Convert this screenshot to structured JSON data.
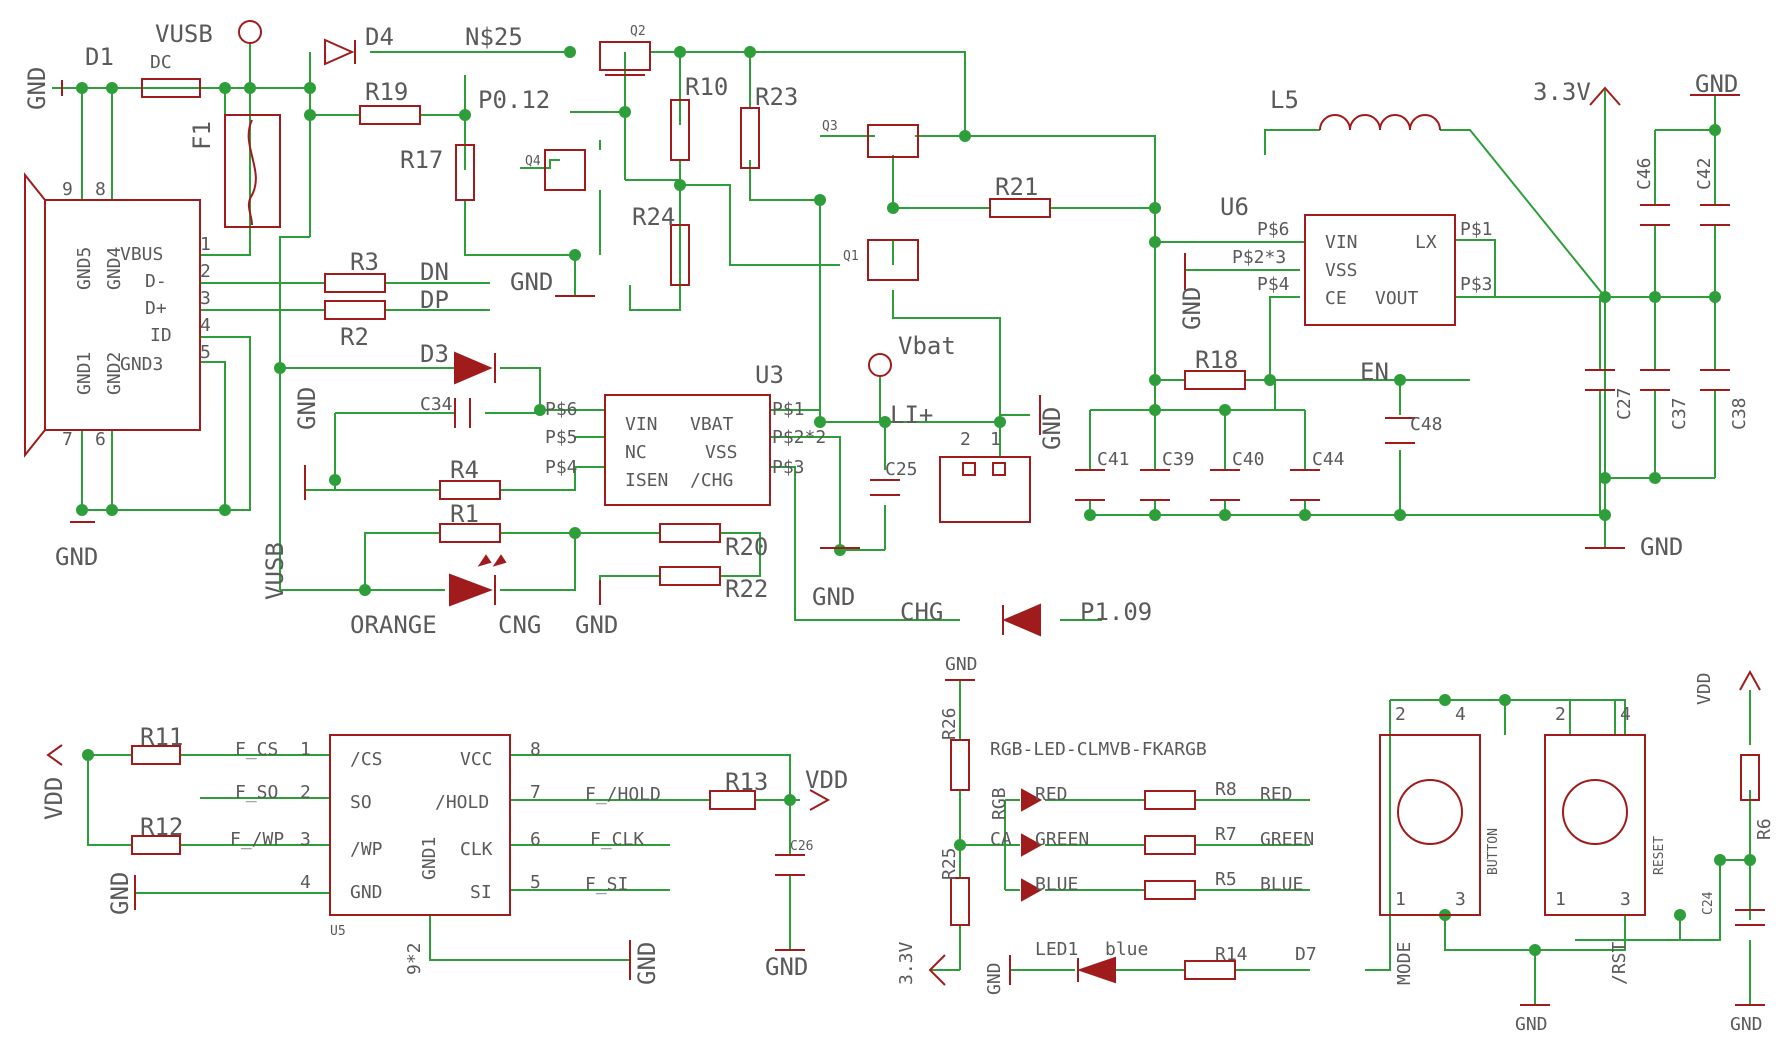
{
  "labels": {
    "D1": "D1",
    "DC": "DC",
    "VUSB_top": "VUSB",
    "D4": "D4",
    "N25": "N$25",
    "Q2": "Q2",
    "R19": "R19",
    "P012": "P0.12",
    "R17": "R17",
    "Q4": "Q4",
    "R10": "R10",
    "R23": "R23",
    "Q3": "Q3",
    "R24": "R24",
    "Q1": "Q1",
    "R21": "R21",
    "L5": "L5",
    "U6": "U6",
    "V33_top": "3.3V",
    "GND_tr": "GND",
    "F1": "F1",
    "GND_left": "GND",
    "R3": "R3",
    "DN": "DN",
    "R2": "R2",
    "DP": "DP",
    "GND_mid": "GND",
    "D3": "D3",
    "GND_left2": "GND",
    "C34": "C34",
    "U3": "U3",
    "Vbat": "Vbat",
    "LI": "LI+",
    "GND_bat": "GND",
    "R4": "R4",
    "R1": "R1",
    "R20": "R20",
    "R22": "R22",
    "C25": "C25",
    "GND_c25": "GND",
    "GND_r22": "GND",
    "ORANGE": "ORANGE",
    "CNG": "CNG",
    "VUSB_vert": "VUSB",
    "GND_usb": "GND",
    "CHG": "CHG",
    "P109": "P1.09",
    "R18": "R18",
    "EN": "EN",
    "C48": "C48",
    "C41": "C41",
    "C39": "C39",
    "C40": "C40",
    "C44": "C44",
    "C46": "C46",
    "C42": "C42",
    "C27": "C27",
    "C37": "C37",
    "C38": "C38",
    "GND_pwr": "GND",
    "GND_u6": "GND",
    "R11": "R11",
    "R12": "R12",
    "VDD_left": "VDD",
    "GND_flash": "GND",
    "U5": "U5",
    "GND1": "GND1",
    "F_CS": "F_CS",
    "F_SO": "F_SO",
    "F_WP": "F_/WP",
    "F_HOLD": "F_/HOLD",
    "F_CLK": "F_CLK",
    "F_SI": "F_SI",
    "R13": "R13",
    "VDD_mid": "VDD",
    "C26": "C26",
    "GND_c26": "GND",
    "pin92": "9*2",
    "GND_u5": "GND",
    "GND_rgb": "GND",
    "R26": "R26",
    "R25": "R25",
    "RGBLED": "RGB-LED-CLMVB-FKARGB",
    "RGB": "RGB",
    "CA": "CA",
    "RED": "RED",
    "GREEN": "GREEN",
    "BLUE": "BLUE",
    "R8": "R8",
    "R7": "R7",
    "R5": "R5",
    "RED_net": "RED",
    "GREEN_net": "GREEN",
    "BLUE_net": "BLUE",
    "V33_bot": "3.3V",
    "GND_led1": "GND",
    "LED1": "LED1",
    "blue": "blue",
    "R14": "R14",
    "D7": "D7",
    "VDD_right": "VDD",
    "R6": "R6",
    "C24": "C24",
    "BUTTON": "BUTTON",
    "RESET": "RESET",
    "MODE": "MODE",
    "RST": "/RST",
    "GND_btn1": "GND",
    "GND_btn2": "GND"
  },
  "usb_connector": {
    "pins": [
      "9",
      "8",
      "1",
      "2",
      "3",
      "4",
      "5",
      "7",
      "6"
    ],
    "names": [
      "GND5",
      "GND4",
      "VBUS",
      "D-",
      "D+",
      "ID",
      "GND3",
      "GND1",
      "GND2"
    ]
  },
  "u3": {
    "pins": [
      "P$6",
      "P$5",
      "P$4",
      "P$1",
      "P$2*2",
      "P$3"
    ],
    "names": [
      "VIN",
      "VBAT",
      "NC",
      "VSS",
      "ISEN",
      "/CHG"
    ]
  },
  "u6": {
    "pins": [
      "P$6",
      "P$2*3",
      "P$4",
      "P$1",
      "P$3"
    ],
    "names": [
      "VIN",
      "LX",
      "VSS",
      "CE",
      "VOUT"
    ]
  },
  "u5": {
    "pins": [
      "1",
      "2",
      "3",
      "4",
      "8",
      "7",
      "6",
      "5"
    ],
    "names": [
      "/CS",
      "SO",
      "/WP",
      "GND",
      "VCC",
      "/HOLD",
      "CLK",
      "SI"
    ]
  },
  "battery": {
    "pins": [
      "2",
      "1"
    ]
  },
  "buttons": {
    "pins": [
      "2",
      "4",
      "1",
      "3",
      "2",
      "4",
      "1",
      "3"
    ]
  },
  "colors": {
    "wire": "#2e9e3a",
    "symbol": "#a01c1c",
    "text": "#5a5a5a"
  }
}
